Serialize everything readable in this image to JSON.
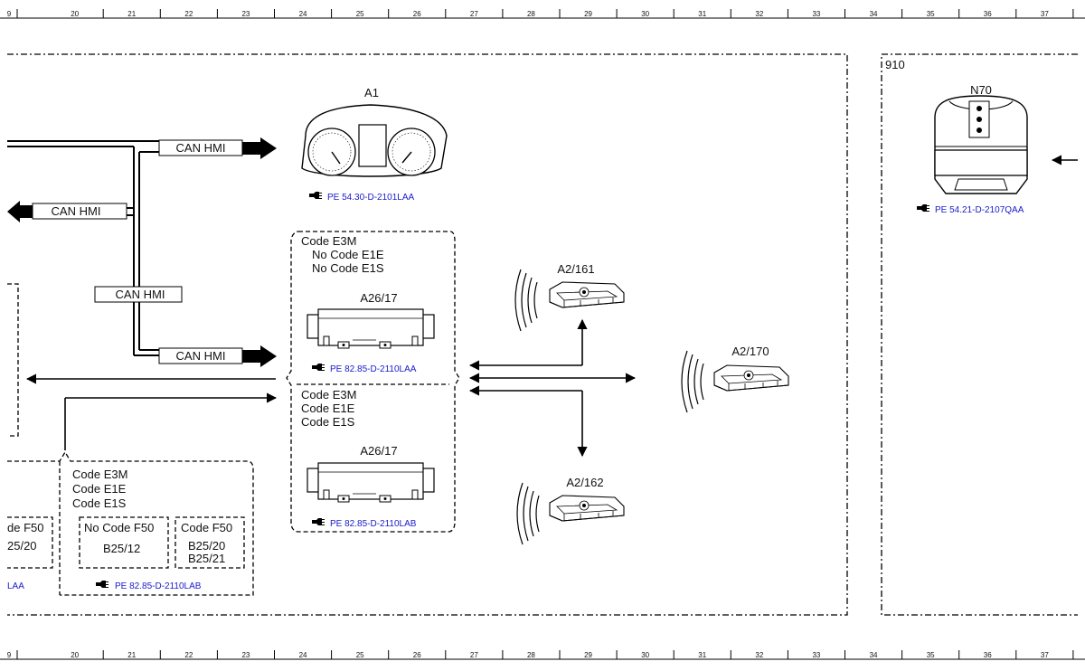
{
  "ruler": [
    "9",
    "20",
    "21",
    "22",
    "23",
    "24",
    "25",
    "26",
    "27",
    "28",
    "29",
    "30",
    "31",
    "32",
    "33",
    "34",
    "35",
    "36",
    "37"
  ],
  "bus_labels": {
    "can1": "CAN HMI",
    "can2": "CAN HMI",
    "can3": "CAN HMI",
    "can4": "CAN HMI"
  },
  "area_910": "910",
  "components": {
    "a1": "A1",
    "n70": "N70",
    "a26_top": "A26/17",
    "a26_bottom": "A26/17",
    "a2_161": "A2/161",
    "a2_170": "A2/170",
    "a2_162": "A2/162"
  },
  "variant_top": [
    "Code E3M",
    "No Code E1E",
    "No Code E1S"
  ],
  "variant_bottom": [
    "Code E3M",
    "Code E1E",
    "Code E1S"
  ],
  "variant_lower_left": [
    "Code E3M",
    "Code E1E",
    "Code E1S"
  ],
  "sub_no_f50": {
    "title": "No Code F50",
    "value": "B25/12"
  },
  "sub_f50": {
    "title": "Code F50",
    "values": [
      "B25/20",
      "B25/21"
    ]
  },
  "clipped_left": {
    "title": "de F50",
    "value": "25/20",
    "ref": "LAA"
  },
  "refs": {
    "a1": "PE 54.30-D-2101LAA",
    "n70": "PE 54.21-D-2107QAA",
    "a26_top": "PE 82.85-D-2110LAA",
    "a26_bottom": "PE 82.85-D-2110LAB",
    "lower_left": "PE 82.85-D-2110LAB"
  },
  "colors": {
    "link": "#1a1acc",
    "line": "#000000"
  }
}
